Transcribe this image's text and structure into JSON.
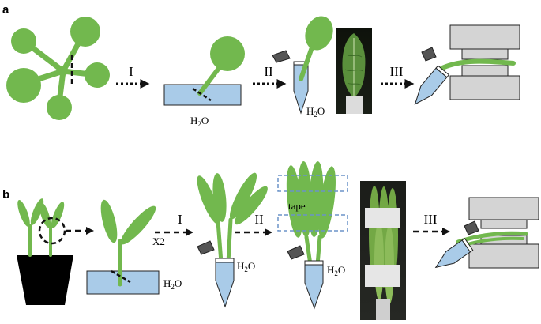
{
  "panel_a": {
    "label": "a",
    "steps": [
      "I",
      "II",
      "III"
    ],
    "water_label_1": {
      "main": "H",
      "sub": "2",
      "rest": "O"
    },
    "water_label_2": {
      "main": "H",
      "sub": "2",
      "rest": "O"
    }
  },
  "panel_b": {
    "label": "b",
    "steps": [
      "I",
      "II",
      "III"
    ],
    "repeat_label": "X2",
    "tape_label": "tape",
    "water_label_1": {
      "main": "H",
      "sub": "2",
      "rest": "O"
    },
    "water_label_2": {
      "main": "H",
      "sub": "2",
      "rest": "O"
    },
    "water_label_3": {
      "main": "H",
      "sub": "2",
      "rest": "O"
    }
  },
  "colors": {
    "leaf_green": "#72b84e",
    "water_blue": "#a9cbe8",
    "press_gray": "#d4d4d4",
    "outline": "#222222",
    "tape_box": "#6b93c9"
  }
}
